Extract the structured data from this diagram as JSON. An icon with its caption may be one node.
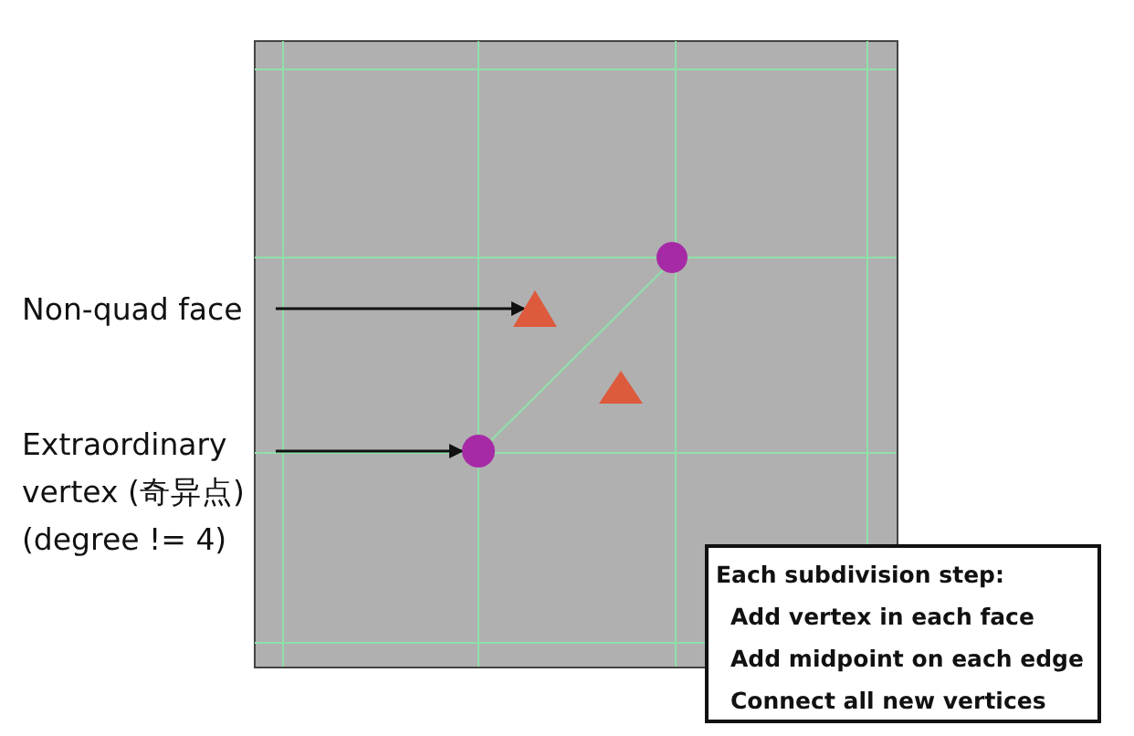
{
  "diagram": {
    "nodes": [
      {
        "text": [
          "Non-quad face"
        ]
      },
      {
        "text": [],
        "shape": "triangle"
      },
      {
        "text": [
          "Extraordinary vertex (奇异点) (degree != 4)"
        ]
      },
      {
        "text": [],
        "shape": "circle"
      },
      {
        "text": [
          "Each subdivision step:",
          "Add vertex in each face",
          "Add midpoint on each edge",
          "Connect all new vertices"
        ]
      }
    ],
    "edges": [
      {
        "from": 0,
        "to": 1,
        "arrow": "to"
      },
      {
        "from": 2,
        "to": 3,
        "arrow": "to"
      }
    ]
  }
}
